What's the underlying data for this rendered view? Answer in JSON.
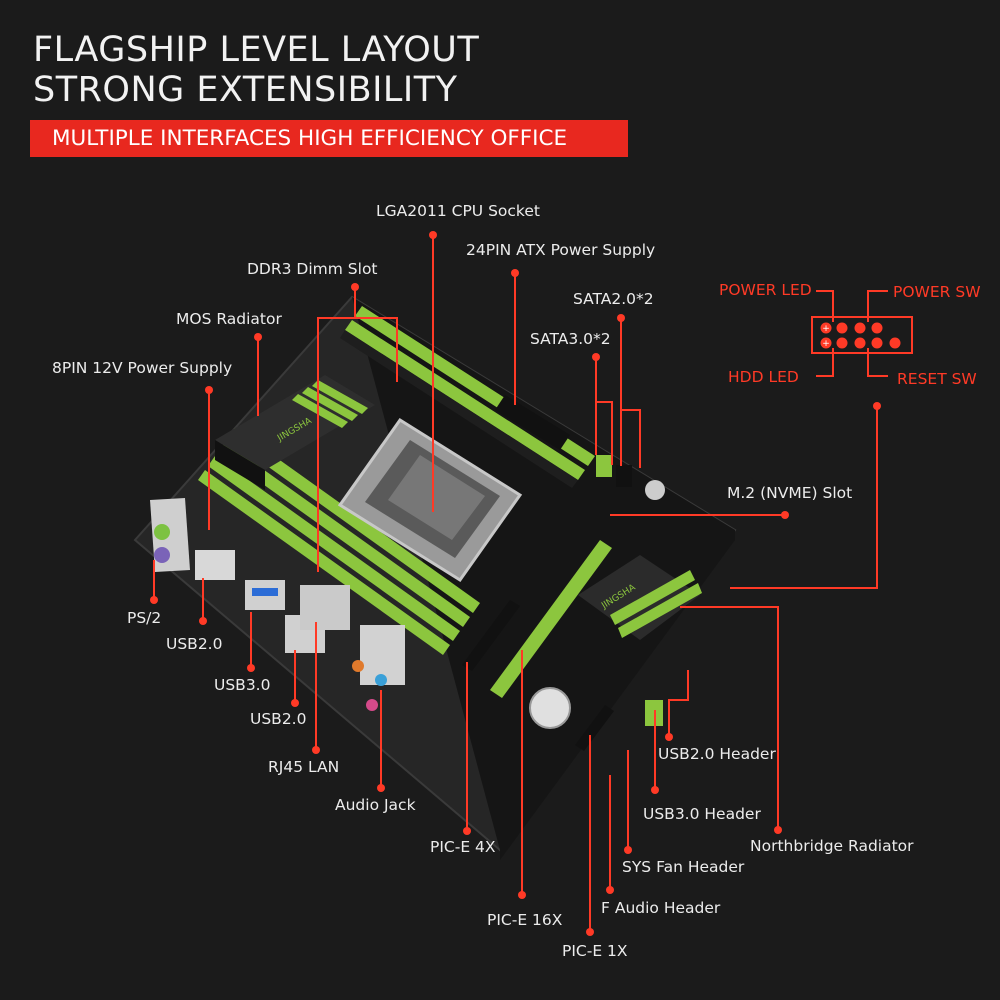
{
  "headline": {
    "line1": "FLAGSHIP LEVEL LAYOUT",
    "line2": "STRONG EXTENSIBILITY"
  },
  "banner": "MULTIPLE INTERFACES HIGH EFFICIENCY OFFICE",
  "labels": {
    "cpu": "LGA2011 CPU Socket",
    "atx": "24PIN ATX Power Supply",
    "ddr3": "DDR3 Dimm Slot",
    "sata2": "SATA2.0*2",
    "mos": "MOS Radiator",
    "sata3": "SATA3.0*2",
    "pin8": "8PIN 12V Power Supply",
    "m2": "M.2 (NVME) Slot",
    "ps2": "PS/2",
    "usb2a": "USB2.0",
    "usb3": "USB3.0",
    "usb2b": "USB2.0",
    "rj45": "RJ45 LAN",
    "audio": "Audio Jack",
    "pcie4": "PIC-E 4X",
    "pcie16": "PIC-E 16X",
    "pcie1": "PIC-E 1X",
    "usb2hdr": "USB2.0 Header",
    "usb3hdr": "USB3.0 Header",
    "nb": "Northbridge Radiator",
    "sysfan": "SYS Fan Header",
    "faudio": "F Audio Header"
  },
  "front_panel": {
    "power_led": "POWER LED",
    "power_sw": "POWER SW",
    "hdd_led": "HDD LED",
    "reset_sw": "RESET SW"
  },
  "heatsink_brand": "JINGSHA",
  "colors": {
    "accent": "#e8281f",
    "slot_green": "#8cc63e",
    "board": "#262626"
  }
}
